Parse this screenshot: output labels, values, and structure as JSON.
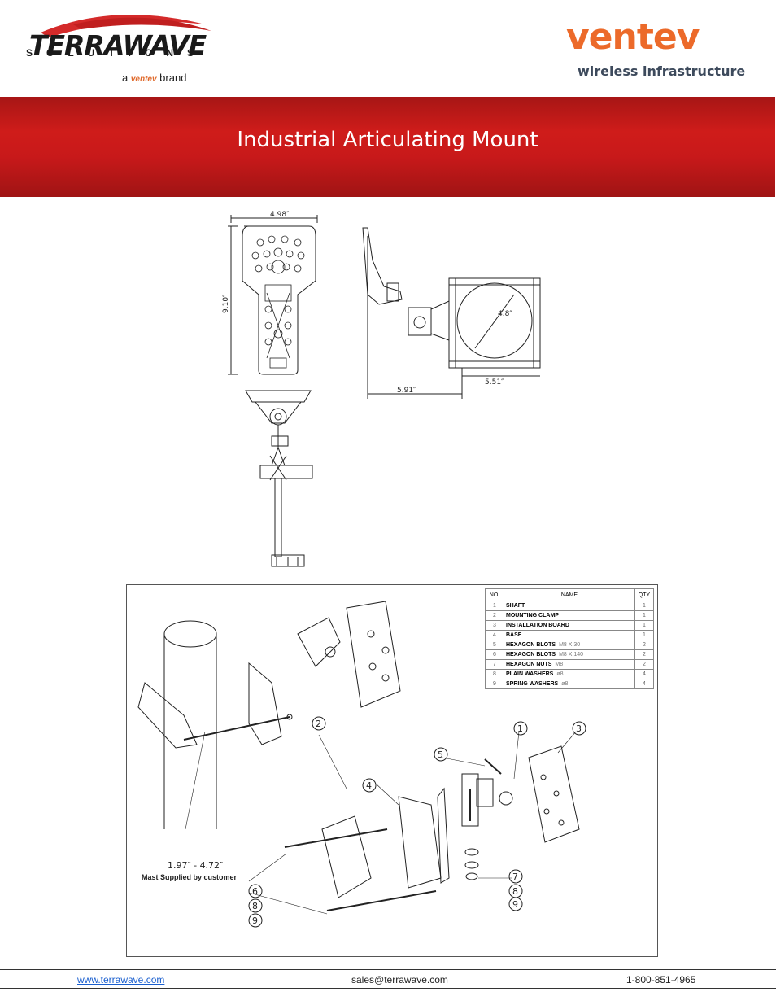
{
  "header": {
    "terrawave_logo_word": "TERRAWAVE",
    "terrawave_logo_sub": "SOLUTIONS",
    "terrawave_brand_prefix": "a",
    "terrawave_brand_name": "ventev",
    "terrawave_brand_suffix": "brand",
    "ventev_logo_word": "ventev",
    "ventev_tagline": "wireless infrastructure"
  },
  "banner": {
    "title": "Industrial Articulating Mount"
  },
  "dimensions": {
    "width": "4.98″",
    "height": "9.10″",
    "diameter": "4.8″",
    "clamp_width": "5.51″",
    "depth": "5.91″"
  },
  "exploded": {
    "mast_range": "1.97″ - 4.72″",
    "mast_note": "Mast Supplied by customer",
    "callouts": [
      "1",
      "2",
      "3",
      "4",
      "5",
      "6",
      "7",
      "8",
      "9"
    ]
  },
  "parts_table": {
    "headers": {
      "no": "NO.",
      "name": "NAME",
      "qty": "QTY"
    },
    "rows": [
      {
        "no": "1",
        "name": "SHAFT",
        "spec": "",
        "qty": "1"
      },
      {
        "no": "2",
        "name": "MOUNTING  CLAMP",
        "spec": "",
        "qty": "1"
      },
      {
        "no": "3",
        "name": "INSTALLATION  BOARD",
        "spec": "",
        "qty": "1"
      },
      {
        "no": "4",
        "name": "BASE",
        "spec": "",
        "qty": "1"
      },
      {
        "no": "5",
        "name": "HEXAGON  BLOTS",
        "spec": "M8 X 30",
        "qty": "2"
      },
      {
        "no": "6",
        "name": "HEXAGON  BLOTS",
        "spec": "M8 X 140",
        "qty": "2"
      },
      {
        "no": "7",
        "name": "HEXAGON  NUTS",
        "spec": "M8",
        "qty": "2"
      },
      {
        "no": "8",
        "name": "PLAIN  WASHERS",
        "spec": "ø8",
        "qty": "4"
      },
      {
        "no": "9",
        "name": "SPRING  WASHERS",
        "spec": "ø8",
        "qty": "4"
      }
    ]
  },
  "footer": {
    "website": "www.terrawave.com",
    "email": "sales@terrawave.com",
    "phone": "1-800-851-4965"
  },
  "colors": {
    "banner_red": "#c8191a",
    "ventev_orange": "#ec6a2a",
    "link_blue": "#1a5fcf"
  }
}
